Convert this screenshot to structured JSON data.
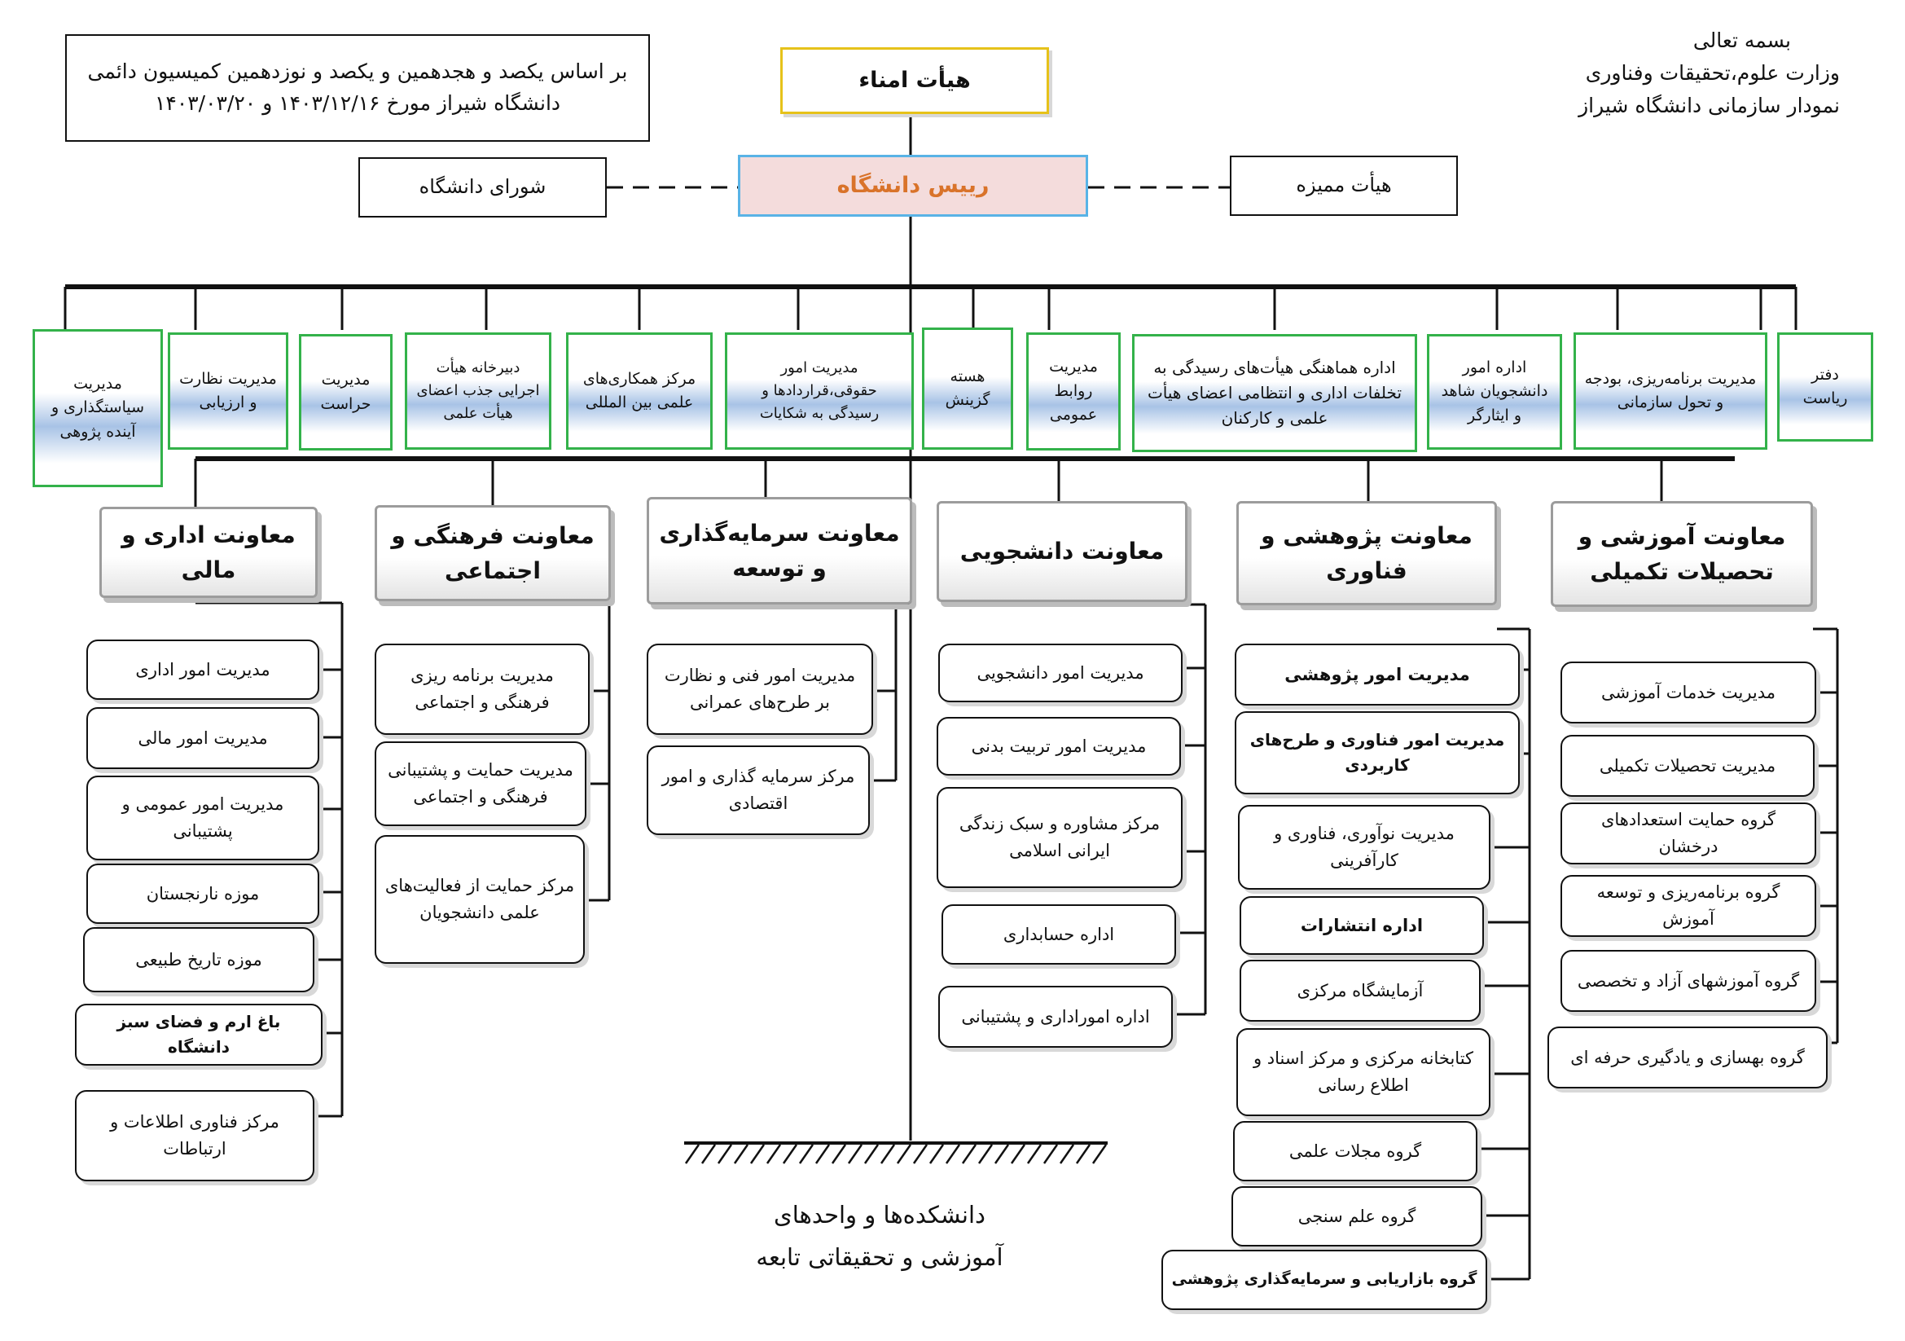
{
  "header": {
    "bismillah": "بسمه تعالی",
    "ministry": "وزارت علوم،تحقیقات وفناوری",
    "chart_title": "نمودار سازمانی دانشگاه شیراز"
  },
  "approval_note": "بر اساس یکصد و هجدهمین و یکصد و نوزدهمین کمیسیون دائمی دانشگاه شیراز مورخ ۱۴۰۳/۱۲/۱۶ و ۱۴۰۳/۰۳/۲۰",
  "board_of_trustees": "هیأت امناء",
  "president": "رییس دانشگاه",
  "university_council": "شورای دانشگاه",
  "audit_board": "هیأت ممیزه",
  "staff_units": [
    "دفتر ریاست",
    "مدیریت برنامه‌ریزی، بودجه و تحول سازمانی",
    "اداره امور دانشجویان شاهد و ایثارگر",
    "اداره هماهنگی هیأت‌های رسیدگی به تخلفات اداری و انتظامی اعضای هیأت علمی و کارکنان",
    "مدیریت روابط عمومی",
    "هسته گزینش",
    "مدیریت امور حقوقی،قراردادها و رسیدگی به شکایات",
    "مرکز همکاری‌های علمی بین المللی",
    "دبیرخانه هیأت اجرایی جذب اعضای هیأت علمی",
    "مدیریت حراست",
    "مدیریت نظارت و ارزیابی",
    "مدیریت سیاستگذاری و آینده پژوهی"
  ],
  "vice_presidencies": [
    {
      "title": "معاونت آموزشی و تحصیلات تکمیلی",
      "units": [
        "مدیریت خدمات آموزشی",
        "مدیریت تحصیلات تکمیلی",
        "گروه حمایت استعدادهای درخشان",
        "گروه برنامه‌ریزی و توسعه آموزش",
        "گروه آموزشهای آزاد و تخصصی",
        "گروه بهسازی و یادگیری حرفه ای"
      ]
    },
    {
      "title": "معاونت پژوهشی و فناوری",
      "units": [
        "مدیریت امور پژوهشی",
        "مدیریت امور فناوری و طرح‌های کاربردی",
        "مدیریت نوآوری، فناوری و کارآفرینی",
        "اداره انتشارات",
        "آزمایشگاه مرکزی",
        "کتابخانه مرکزی و مرکز اسناد و اطلاع رسانی",
        "گروه مجلات علمی",
        "گروه علم سنجی",
        "گروه بازاریابی و سرمایه‌گذاری پژوهشی"
      ]
    },
    {
      "title": "معاونت دانشجویی",
      "units": [
        "مدیریت امور دانشجویی",
        "مدیریت امور تربیت بدنی",
        "مرکز مشاوره و سبک زندگی ایرانی اسلامی",
        "اداره حسابداری",
        "اداره اموراداری و پشتیبانی"
      ]
    },
    {
      "title": "معاونت سرمایه‌گذاری و توسعه",
      "units": [
        "مدیریت امور فنی و نظارت بر طرح‌های عمرانی",
        "مرکز سرمایه گذاری و امور اقتصادی"
      ]
    },
    {
      "title": "معاونت فرهنگی و اجتماعی",
      "units": [
        "مدیریت برنامه ریزی فرهنگی و اجتماعی",
        "مدیریت حمایت و پشتیبانی فرهنگی و اجتماعی",
        "مرکز حمایت از فعالیت‌های علمی دانشجویان"
      ]
    },
    {
      "title": "معاونت اداری و مالی",
      "units": [
        "مدیریت امور اداری",
        "مدیریت امور مالی",
        "مدیریت امور عمومی و پشتیبانی",
        "موزه نارنجستان",
        "موزه تاریخ طبیعی",
        "باغ ارم و فضای سبز دانشگاه",
        "مرکز فناوری اطلاعات و ارتباطات"
      ]
    }
  ],
  "footer": {
    "line1": "دانشکده‌ها و واحدهای",
    "line2": "آموزشی و تحقیقاتی تابعه"
  },
  "colors": {
    "trustees_border": "#e6c21a",
    "president_border": "#59b3e6",
    "president_fill": "#f4dcdc",
    "president_text": "#d9732a",
    "staff_border": "#33b24a",
    "staff_band": "#a8c3e6"
  }
}
